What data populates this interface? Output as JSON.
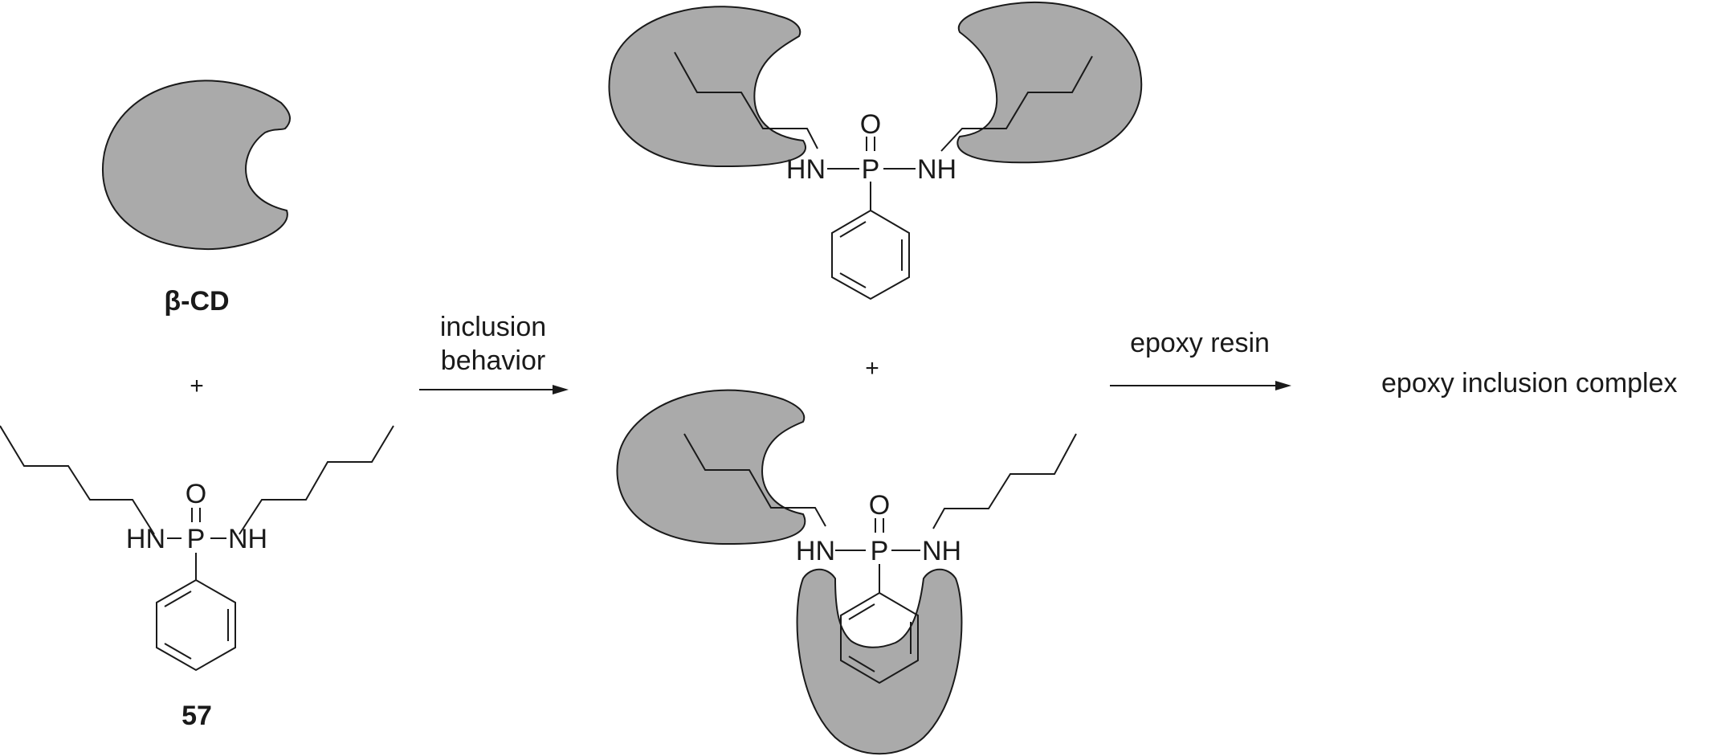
{
  "reactant_host": {
    "label": "β-CD"
  },
  "reactant_guest": {
    "label": "57",
    "atoms": {
      "p": "P",
      "o": "O",
      "hn_left": "HN",
      "nh_right": "NH"
    }
  },
  "plus_left": "+",
  "plus_middle": "+",
  "arrow1": {
    "line1": "inclusion",
    "line2": "behavior"
  },
  "arrow2": {
    "label": "epoxy resin"
  },
  "product": {
    "label": "epoxy inclusion complex"
  },
  "complex_top": {
    "atoms": {
      "p": "P",
      "o": "O",
      "hn_left": "HN",
      "nh_right": "NH"
    }
  },
  "complex_bottom": {
    "atoms": {
      "p": "P",
      "o": "O",
      "hn_left": "HN",
      "nh_right": "NH"
    }
  },
  "colors": {
    "cyclodextrin_fill": "#aaaaaa",
    "stroke": "#1a1a1a"
  }
}
